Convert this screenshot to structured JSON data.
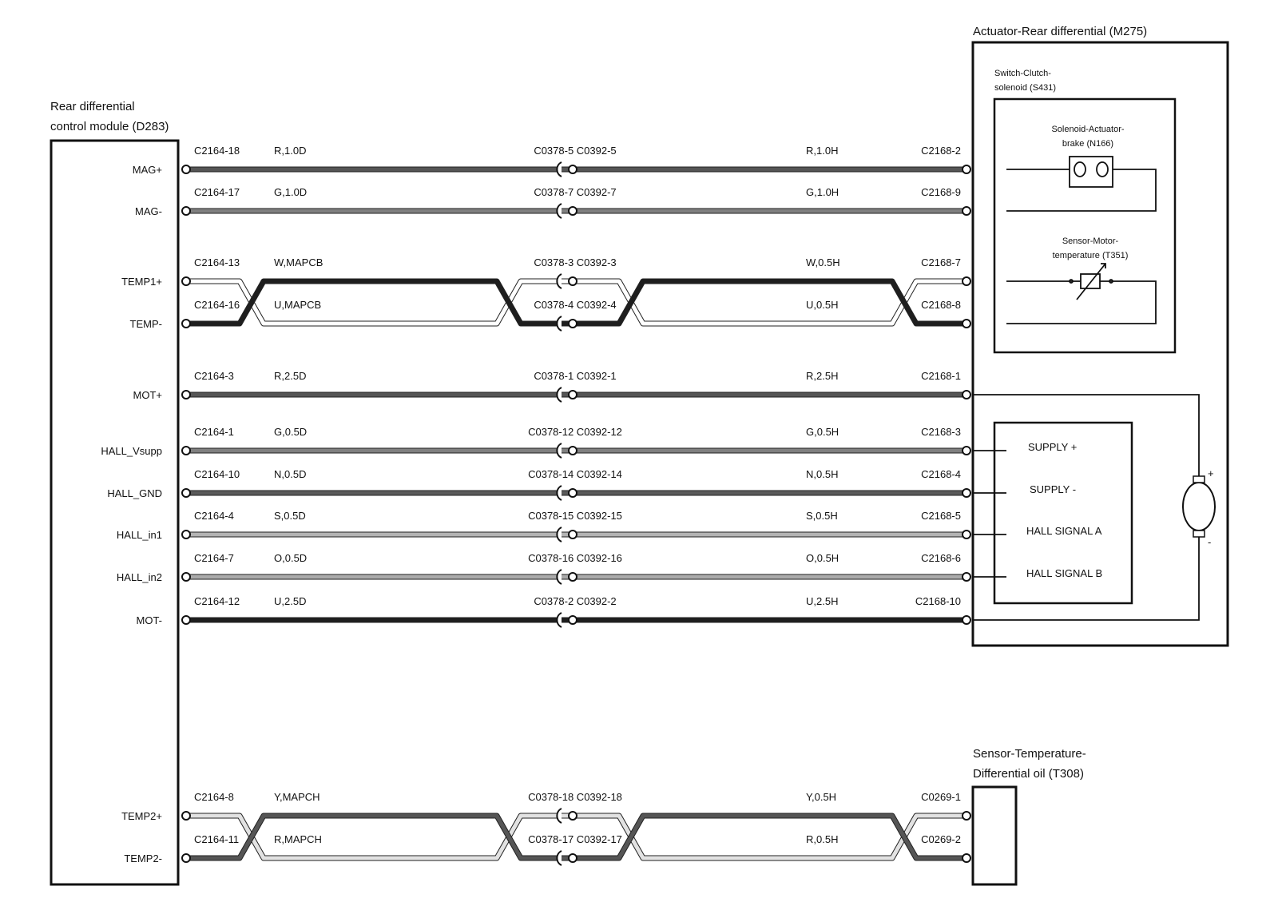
{
  "modules": {
    "ecu": {
      "title_line1": "Rear differential",
      "title_line2": "control module (D283)"
    },
    "actuator": {
      "title": "Actuator-Rear differential (M275)"
    },
    "switch": {
      "title_line1": "Switch-Clutch-",
      "title_line2": "solenoid (S431)"
    },
    "solenoid": {
      "title_line1": "Solenoid-Actuator-",
      "title_line2": "brake (N166)"
    },
    "motor_sensor": {
      "title_line1": "Sensor-Motor-",
      "title_line2": "temperature (T351)"
    },
    "oil_sensor": {
      "title_line1": "Sensor-Temperature-",
      "title_line2": "Differential oil (T308)"
    },
    "hall": {
      "supply_plus": "SUPPLY +",
      "supply_minus": "SUPPLY -",
      "signal_a": "HALL SIGNAL A",
      "signal_b": "HALL SIGNAL B"
    },
    "motor": {
      "plus": "+",
      "minus": "-"
    }
  },
  "wires": [
    {
      "pin": "MAG+",
      "left_conn": "C2164-18",
      "left_wire": "R,1.0D",
      "mid_conn": "C0378-5 C0392-5",
      "right_wire": "R,1.0H",
      "right_conn": "C2168-2",
      "color": "#555555",
      "style": "straight"
    },
    {
      "pin": "MAG-",
      "left_conn": "C2164-17",
      "left_wire": "G,1.0D",
      "mid_conn": "C0378-7 C0392-7",
      "right_wire": "G,1.0H",
      "right_conn": "C2168-9",
      "color": "#808080",
      "style": "straight"
    },
    {
      "pin": "TEMP1+",
      "left_conn": "C2164-13",
      "left_wire": "W,MAPCB",
      "mid_conn": "C0378-3 C0392-3",
      "right_wire": "W,0.5H",
      "right_conn": "C2168-7",
      "color": "#ffffff",
      "style": "twist-a"
    },
    {
      "pin": "TEMP-",
      "left_conn": "C2164-16",
      "left_wire": "U,MAPCB",
      "mid_conn": "C0378-4 C0392-4",
      "right_wire": "U,0.5H",
      "right_conn": "C2168-8",
      "color": "#1e1e1e",
      "style": "twist-b"
    },
    {
      "pin": "MOT+",
      "left_conn": "C2164-3",
      "left_wire": "R,2.5D",
      "mid_conn": "C0378-1 C0392-1",
      "right_wire": "R,2.5H",
      "right_conn": "C2168-1",
      "color": "#555555",
      "style": "straight"
    },
    {
      "pin": "HALL_Vsupp",
      "left_conn": "C2164-1",
      "left_wire": "G,0.5D",
      "mid_conn": "C0378-12 C0392-12",
      "right_wire": "G,0.5H",
      "right_conn": "C2168-3",
      "color": "#808080",
      "style": "straight"
    },
    {
      "pin": "HALL_GND",
      "left_conn": "C2164-10",
      "left_wire": "N,0.5D",
      "mid_conn": "C0378-14 C0392-14",
      "right_wire": "N,0.5H",
      "right_conn": "C2168-4",
      "color": "#5a5a5a",
      "style": "straight"
    },
    {
      "pin": "HALL_in1",
      "left_conn": "C2164-4",
      "left_wire": "S,0.5D",
      "mid_conn": "C0378-15 C0392-15",
      "right_wire": "S,0.5H",
      "right_conn": "C2168-5",
      "color": "#b4b4b4",
      "style": "straight"
    },
    {
      "pin": "HALL_in2",
      "left_conn": "C2164-7",
      "left_wire": "O,0.5D",
      "mid_conn": "C0378-16 C0392-16",
      "right_wire": "O,0.5H",
      "right_conn": "C2168-6",
      "color": "#aaaaaa",
      "style": "straight"
    },
    {
      "pin": "MOT-",
      "left_conn": "C2164-12",
      "left_wire": "U,2.5D",
      "mid_conn": "C0378-2 C0392-2",
      "right_wire": "U,2.5H",
      "right_conn": "C2168-10",
      "color": "#1e1e1e",
      "style": "straight"
    },
    {
      "pin": "TEMP2+",
      "left_conn": "C2164-8",
      "left_wire": "Y,MAPCH",
      "mid_conn": "C0378-18 C0392-18",
      "right_wire": "Y,0.5H",
      "right_conn": "C0269-1",
      "color": "#e2e2e2",
      "style": "twist-a"
    },
    {
      "pin": "TEMP2-",
      "left_conn": "C2164-11",
      "left_wire": "R,MAPCH",
      "mid_conn": "C0378-17 C0392-17",
      "right_wire": "R,0.5H",
      "right_conn": "C0269-2",
      "color": "#555555",
      "style": "twist-b"
    }
  ]
}
